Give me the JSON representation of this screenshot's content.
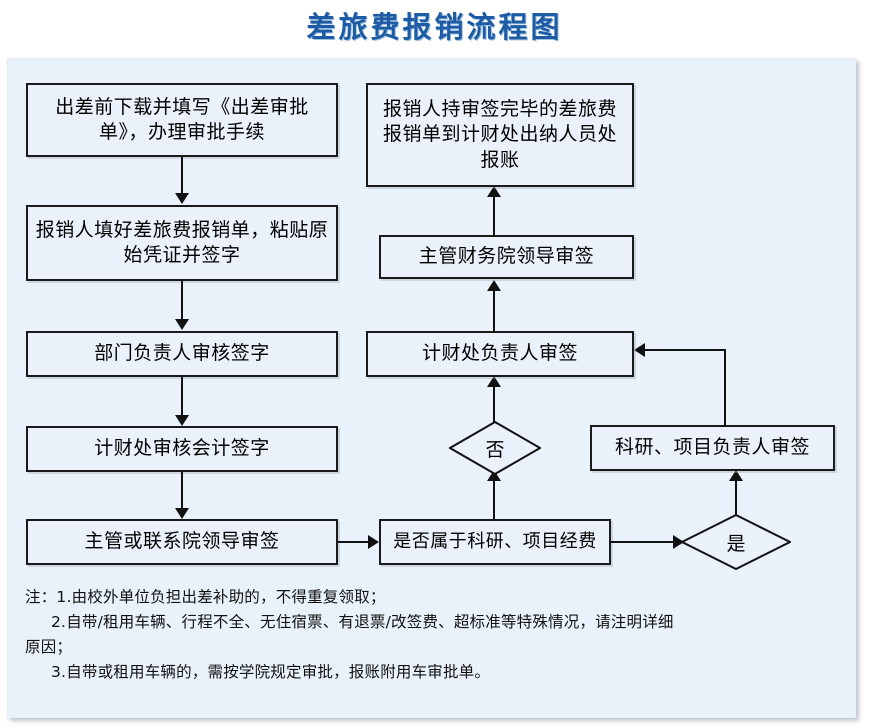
{
  "title": "差旅费报销流程图",
  "colors": {
    "title": "#1d5ca4",
    "panel_bg": "#e9f2fb",
    "node_bg": "#eaf1fa",
    "node_border": "#1a1a1a",
    "connector": "#111111"
  },
  "flow": {
    "nodes": [
      {
        "id": "n1",
        "label": "出差前下载并填写《出差审批单》，办理审批手续",
        "shape": "process"
      },
      {
        "id": "n2",
        "label": "报销人填好差旅费报销单，粘贴原始凭证并签字",
        "shape": "process"
      },
      {
        "id": "n3",
        "label": "部门负责人审核签字",
        "shape": "process"
      },
      {
        "id": "n4",
        "label": "计财处审核会计签字",
        "shape": "process"
      },
      {
        "id": "n5",
        "label": "主管或联系院领导审签",
        "shape": "process"
      },
      {
        "id": "n6",
        "label": "是否属于科研、项目经费",
        "shape": "process"
      },
      {
        "id": "d1",
        "label": "是",
        "shape": "decision"
      },
      {
        "id": "d2",
        "label": "否",
        "shape": "decision"
      },
      {
        "id": "n7",
        "label": "科研、项目负责人审签",
        "shape": "process"
      },
      {
        "id": "n8",
        "label": "计财处负责人审签",
        "shape": "process"
      },
      {
        "id": "n9",
        "label": "主管财务院领导审签",
        "shape": "process"
      },
      {
        "id": "n10",
        "label": "报销人持审签完毕的差旅费报销单到计财处出纳人员处报账",
        "shape": "process"
      }
    ],
    "edges": [
      {
        "from": "n1",
        "to": "n2",
        "label": ""
      },
      {
        "from": "n2",
        "to": "n3",
        "label": ""
      },
      {
        "from": "n3",
        "to": "n4",
        "label": ""
      },
      {
        "from": "n4",
        "to": "n5",
        "label": ""
      },
      {
        "from": "n5",
        "to": "n6",
        "label": ""
      },
      {
        "from": "n6",
        "to": "d1",
        "label": "是"
      },
      {
        "from": "d1",
        "to": "n7",
        "label": ""
      },
      {
        "from": "n7",
        "to": "n8",
        "label": ""
      },
      {
        "from": "n6",
        "to": "d2",
        "label": "否"
      },
      {
        "from": "d2",
        "to": "n8",
        "label": ""
      },
      {
        "from": "n8",
        "to": "n9",
        "label": ""
      },
      {
        "from": "n9",
        "to": "n10",
        "label": ""
      }
    ]
  },
  "notes": {
    "line1": "注：1.由校外单位负担出差补助的，不得重复领取；",
    "line2": "2.自带/租用车辆、行程不全、无住宿票、有退票/改签费、超标准等特殊情况，请注明详细",
    "line3": "原因；",
    "line4": "3.自带或租用车辆的，需按学院规定审批，报账附用车审批单。"
  }
}
